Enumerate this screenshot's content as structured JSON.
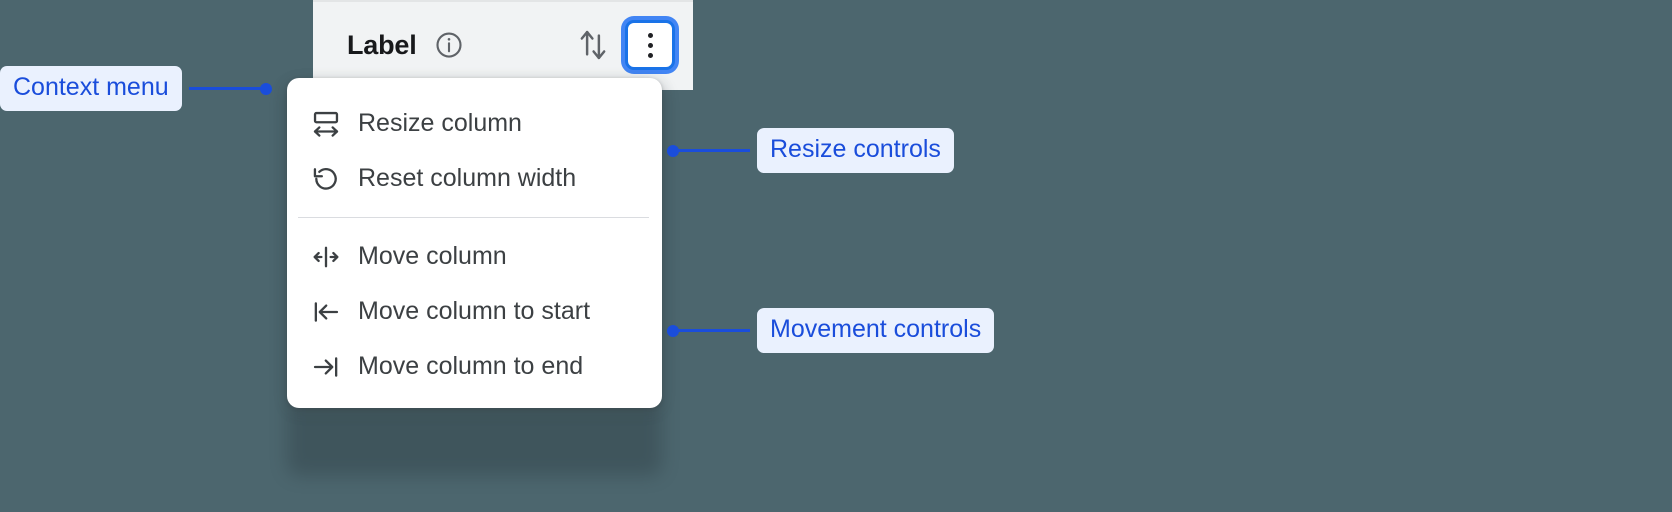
{
  "background_color": "#4C666E",
  "accent_color": "#1A73E8",
  "annotation_color": "#1A4DDB",
  "annotation_pill_bg": "#EAF1FE",
  "column_header": {
    "label": "Label",
    "info_icon": "info-circle-icon",
    "sort_icon": "sort-arrows-icon",
    "overflow_icon": "kebab-menu-icon",
    "overflow_focused": true
  },
  "context_menu": {
    "groups": [
      {
        "name": "resize-controls",
        "items": [
          {
            "icon": "resize-column-icon",
            "label": "Resize column"
          },
          {
            "icon": "reset-width-icon",
            "label": "Reset column width"
          }
        ]
      },
      {
        "name": "movement-controls",
        "items": [
          {
            "icon": "move-column-icon",
            "label": "Move column"
          },
          {
            "icon": "move-to-start-icon",
            "label": "Move column to start"
          },
          {
            "icon": "move-to-end-icon",
            "label": "Move column to end"
          }
        ]
      }
    ]
  },
  "annotations": [
    {
      "id": "context-menu",
      "label": "Context menu",
      "side": "left"
    },
    {
      "id": "resize-controls",
      "label": "Resize controls",
      "side": "right"
    },
    {
      "id": "movement-controls",
      "label": "Movement controls",
      "side": "right"
    }
  ]
}
